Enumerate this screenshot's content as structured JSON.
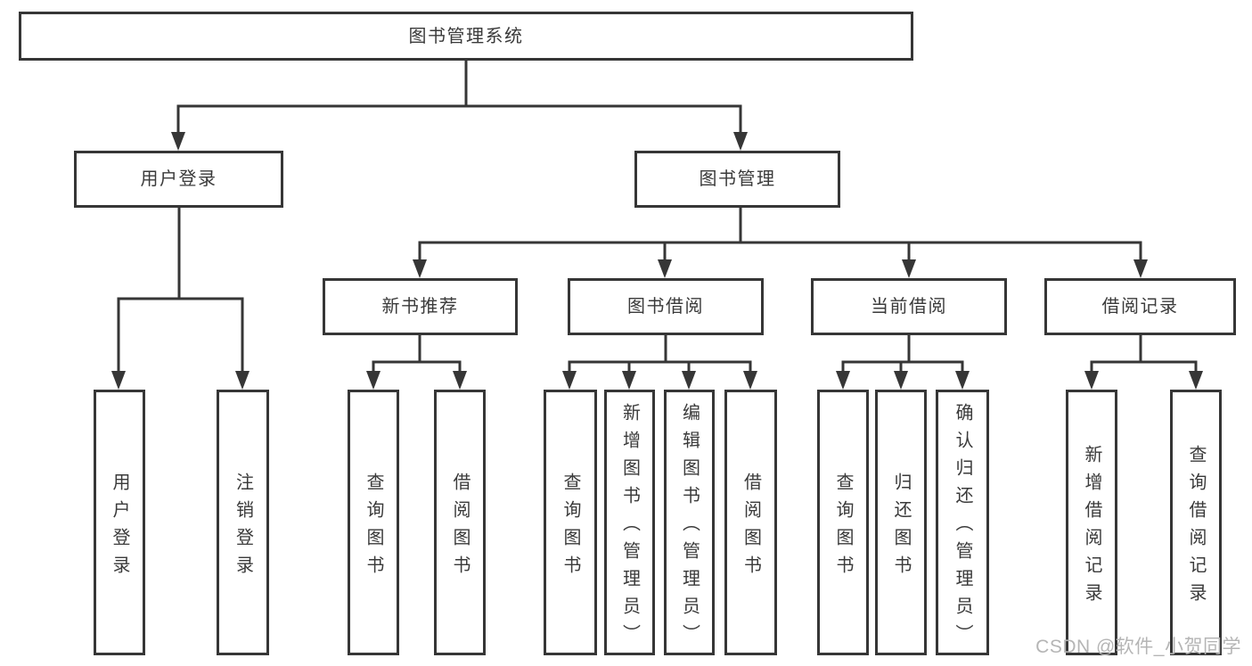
{
  "diagram": {
    "root": {
      "label": "图书管理系统"
    },
    "branches": [
      {
        "label": "用户登录",
        "children": [
          {
            "label": "用户登录"
          },
          {
            "label": "注销登录"
          }
        ]
      },
      {
        "label": "图书管理",
        "children": [
          {
            "label": "新书推荐",
            "children": [
              {
                "label": "查询图书"
              },
              {
                "label": "借阅图书"
              }
            ]
          },
          {
            "label": "图书借阅",
            "children": [
              {
                "label": "查询图书"
              },
              {
                "label": "新增图书（管理员）"
              },
              {
                "label": "编辑图书（管理员）"
              },
              {
                "label": "借阅图书"
              }
            ]
          },
          {
            "label": "当前借阅",
            "children": [
              {
                "label": "查询图书"
              },
              {
                "label": "归还图书"
              },
              {
                "label": "确认归还（管理员）"
              }
            ]
          },
          {
            "label": "借阅记录",
            "children": [
              {
                "label": "新增借阅记录"
              },
              {
                "label": "查询借阅记录"
              }
            ]
          }
        ]
      }
    ],
    "watermark": "CSDN @软件_小贺同学",
    "colors": {
      "line": "#363636",
      "text": "#3a3a3a",
      "watermark": "#b5b5b5",
      "background": "#ffffff"
    }
  }
}
